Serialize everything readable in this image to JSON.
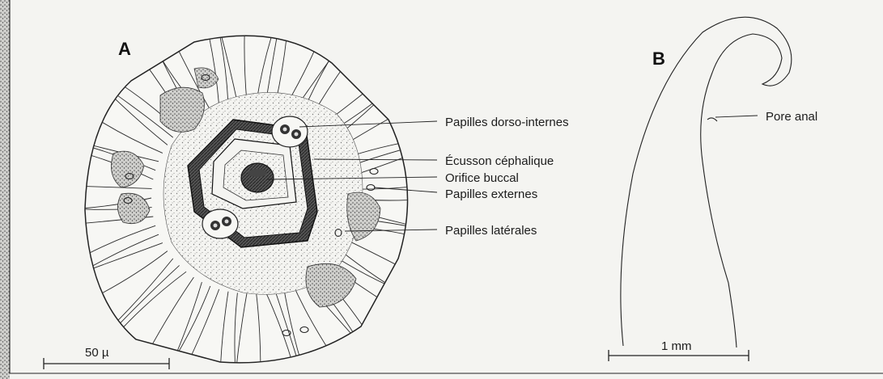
{
  "panel_a": {
    "letter": "A",
    "labels": [
      "Papilles dorso-internes",
      "Écusson céphalique",
      "Orifice buccal",
      "Papilles externes",
      "Papilles latérales"
    ],
    "scale": "50 µ"
  },
  "panel_b": {
    "letter": "B",
    "label": "Pore anal",
    "scale": "1 mm"
  }
}
